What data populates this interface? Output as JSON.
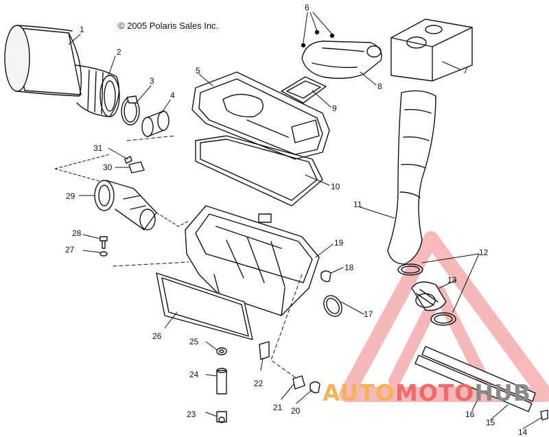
{
  "copyright": "© 2005 Polaris Sales Inc.",
  "callouts": [
    "1",
    "2",
    "3",
    "4",
    "5",
    "6",
    "7",
    "8",
    "9",
    "10",
    "11",
    "12",
    "13",
    "14",
    "15",
    "16",
    "17",
    "18",
    "19",
    "20",
    "21",
    "22",
    "23",
    "24",
    "25",
    "26",
    "27",
    "28",
    "29",
    "30",
    "31"
  ],
  "watermark": {
    "part1": "AUTO",
    "part2": "MOTO",
    "part3": "HUB",
    "colors": {
      "auto": "#f2b35a",
      "moto": "#ef6b6b",
      "hub": "#8a8a8a",
      "triangle": "#f08080"
    }
  },
  "parts": [
    {
      "id": "1",
      "icon": "air-filter-element-icon"
    },
    {
      "id": "2",
      "icon": "filter-cage-icon"
    },
    {
      "id": "3",
      "icon": "hose-clamp-icon"
    },
    {
      "id": "4",
      "icon": "coupler-ring-icon"
    },
    {
      "id": "5",
      "icon": "airbox-cover-icon"
    },
    {
      "id": "6",
      "icon": "screws-icon"
    },
    {
      "id": "7",
      "icon": "foam-block-icon"
    },
    {
      "id": "8",
      "icon": "intake-duct-icon"
    },
    {
      "id": "9",
      "icon": "duct-seal-icon"
    },
    {
      "id": "10",
      "icon": "cover-gasket-icon"
    },
    {
      "id": "11",
      "icon": "intake-hose-icon"
    },
    {
      "id": "12",
      "icon": "hose-clamp-icon"
    },
    {
      "id": "13",
      "icon": "coupler-icon"
    },
    {
      "id": "14",
      "icon": "clip-icon"
    },
    {
      "id": "15",
      "icon": "drain-tube-icon"
    },
    {
      "id": "16",
      "icon": "drain-tube-icon"
    },
    {
      "id": "17",
      "icon": "hose-clamp-icon"
    },
    {
      "id": "18",
      "icon": "clip-icon"
    },
    {
      "id": "19",
      "icon": "airbox-housing-icon"
    },
    {
      "id": "20",
      "icon": "clip-icon"
    },
    {
      "id": "21",
      "icon": "drain-cap-icon"
    },
    {
      "id": "22",
      "icon": "bracket-icon"
    },
    {
      "id": "23",
      "icon": "fastener-icon"
    },
    {
      "id": "24",
      "icon": "spacer-icon"
    },
    {
      "id": "25",
      "icon": "grommet-icon"
    },
    {
      "id": "26",
      "icon": "pad-icon"
    },
    {
      "id": "27",
      "icon": "washer-icon"
    },
    {
      "id": "28",
      "icon": "bolt-icon"
    },
    {
      "id": "29",
      "icon": "throttle-body-icon"
    },
    {
      "id": "30",
      "icon": "sensor-icon"
    },
    {
      "id": "31",
      "icon": "screw-icon"
    }
  ]
}
